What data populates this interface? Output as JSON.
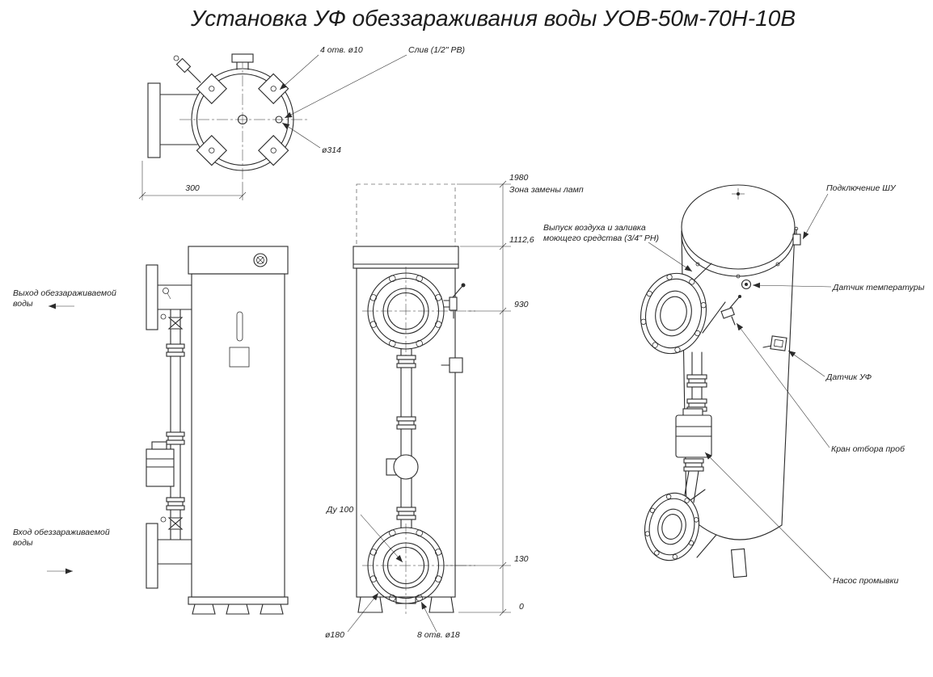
{
  "title": "Установка УФ обеззараживания воды УОВ-50м-70Н-10В",
  "colors": {
    "line": "#2b2b2b",
    "background": "#ffffff"
  },
  "top_view": {
    "holes_label": "4 отв. ø10",
    "drain_label": "Слив (1/2\" РВ)",
    "diameter_label": "ø314",
    "width_dim": "300"
  },
  "side_view": {
    "outlet_label": [
      "Выход обеззараживаемой",
      "воды"
    ],
    "inlet_label": [
      "Вход обеззараживаемой",
      "воды"
    ]
  },
  "front_view": {
    "dim_total": "1980",
    "lamp_zone_label": "Зона замены ламп",
    "dim_top": "1112,6",
    "dim_outlet_axis": "930",
    "dim_inlet_axis": "130",
    "dim_base": "0",
    "nominal_bore_label": "Ду 100",
    "flange_diameter_label": "ø180",
    "bolt_holes_label": "8 отв. ø18"
  },
  "iso_view": {
    "callout_control": "Подключение ШУ",
    "callout_air": [
      "Выпуск воздуха и заливка",
      "моющего средства (3/4\" РН)"
    ],
    "callout_temp": "Датчик температуры",
    "callout_uv": "Датчик УФ",
    "callout_sample": "Кран отбора проб",
    "callout_pump": "Насос промывки"
  }
}
